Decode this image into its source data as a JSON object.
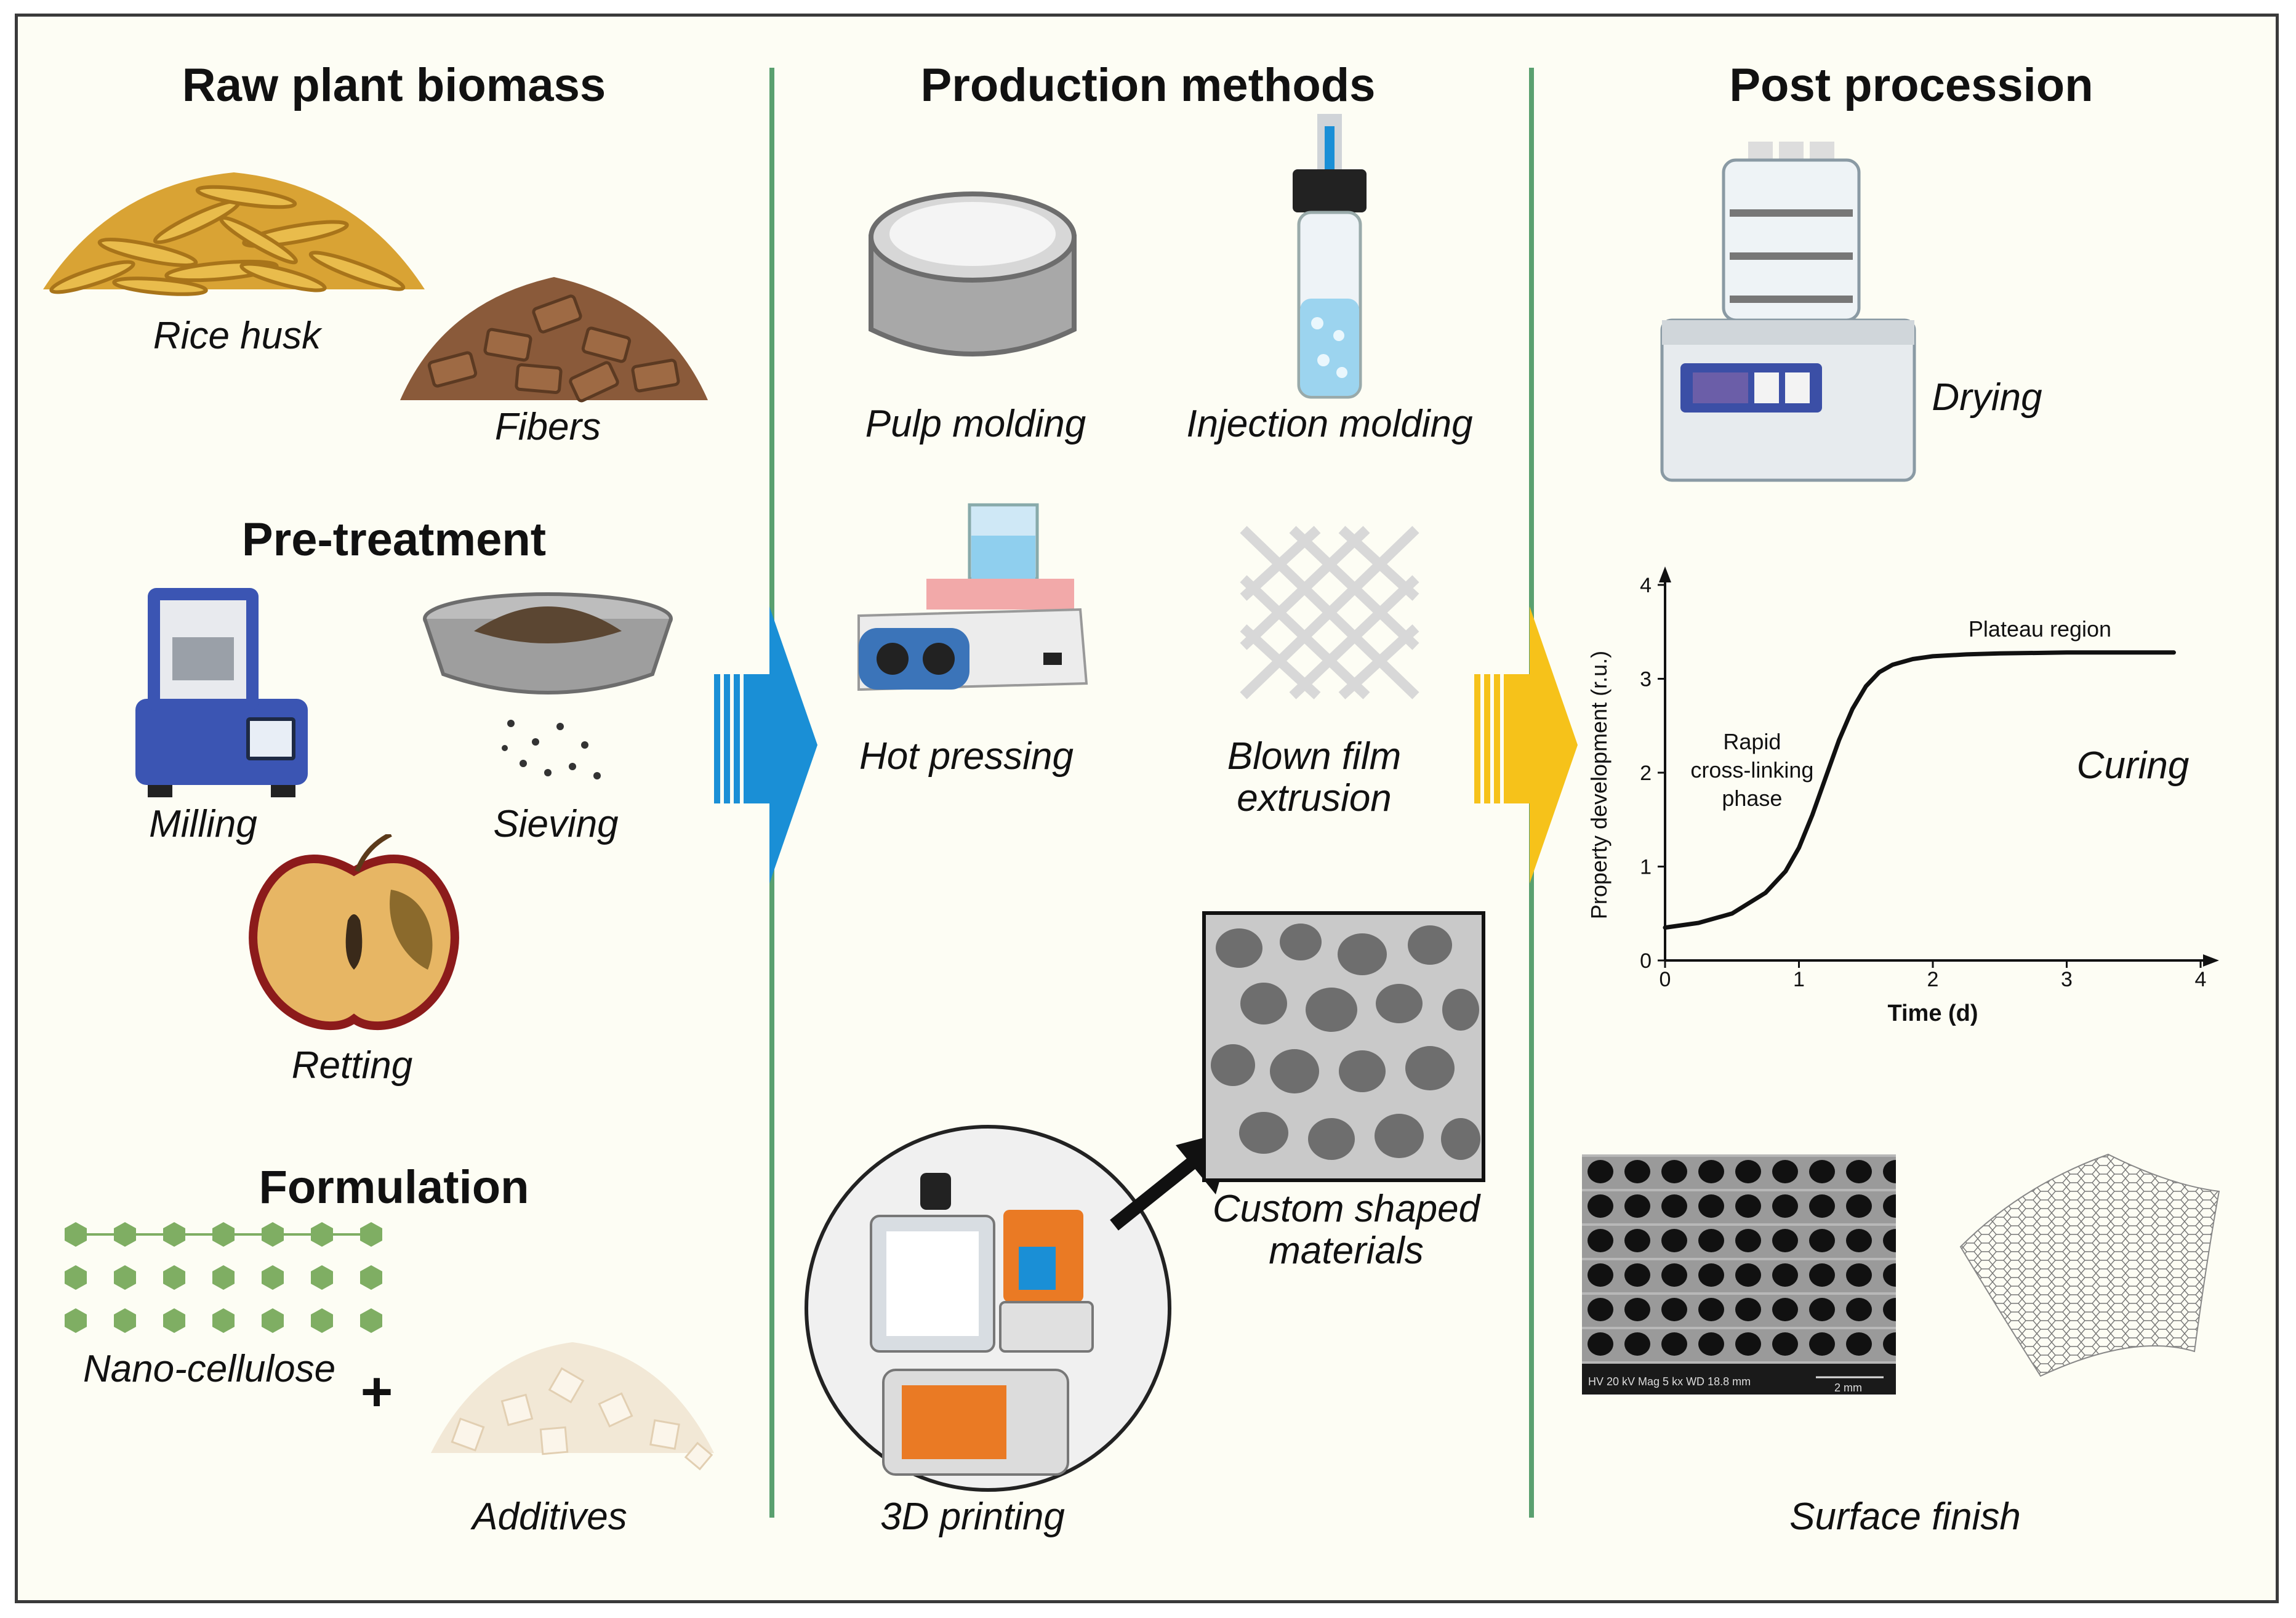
{
  "headers": {
    "raw": "Raw plant biomass",
    "pre": "Pre-treatment",
    "form": "Formulation",
    "prod": "Production methods",
    "post": "Post procession"
  },
  "labels": {
    "rice": "Rice husk",
    "fibers": "Fibers",
    "milling": "Milling",
    "sieving": "Sieving",
    "retting": "Retting",
    "nano": "Nano-cellulose",
    "plus": "+",
    "additives": "Additives",
    "pulp": "Pulp molding",
    "injection": "Injection molding",
    "hot": "Hot pressing",
    "blown1": "Blown film",
    "blown2": "extrusion",
    "custom1": "Custom shaped",
    "custom2": "materials",
    "print3d": "3D printing",
    "drying": "Drying",
    "curing": "Curing",
    "surface": "Surface finish",
    "sem_scale": "2 mm",
    "sem_info": "HV 20 kV   Mag 5 kx   WD 18.8 mm"
  },
  "colors": {
    "divider": "#5aa06f",
    "arrow_blue": "#1a8fd6",
    "arrow_yellow": "#f6c21a"
  },
  "chart_data": {
    "type": "line",
    "title": "",
    "xlabel": "Time (d)",
    "ylabel": "Property development (r.u.)",
    "xlim": [
      0,
      4
    ],
    "ylim": [
      0,
      4
    ],
    "x_ticks": [
      "0",
      "1",
      "2",
      "3",
      "4"
    ],
    "y_ticks": [
      "0",
      "1",
      "2",
      "3",
      "4"
    ],
    "grid": false,
    "series": [
      {
        "x": [
          0,
          0.25,
          0.5,
          0.75,
          0.9,
          1.0,
          1.1,
          1.2,
          1.3,
          1.4,
          1.5,
          1.6,
          1.7,
          1.85,
          2.0,
          2.25,
          2.5,
          3.0,
          3.5,
          3.8
        ],
        "y": [
          0.35,
          0.4,
          0.5,
          0.72,
          0.95,
          1.2,
          1.55,
          1.95,
          2.35,
          2.68,
          2.92,
          3.07,
          3.15,
          3.21,
          3.24,
          3.26,
          3.27,
          3.28,
          3.28,
          3.28
        ]
      }
    ],
    "annotations": [
      {
        "text": "Plateau region",
        "x": 2.8,
        "y": 3.45
      },
      {
        "text": [
          "Rapid",
          "cross-linking",
          "phase"
        ],
        "x": 0.65,
        "y": 2.25
      }
    ]
  }
}
